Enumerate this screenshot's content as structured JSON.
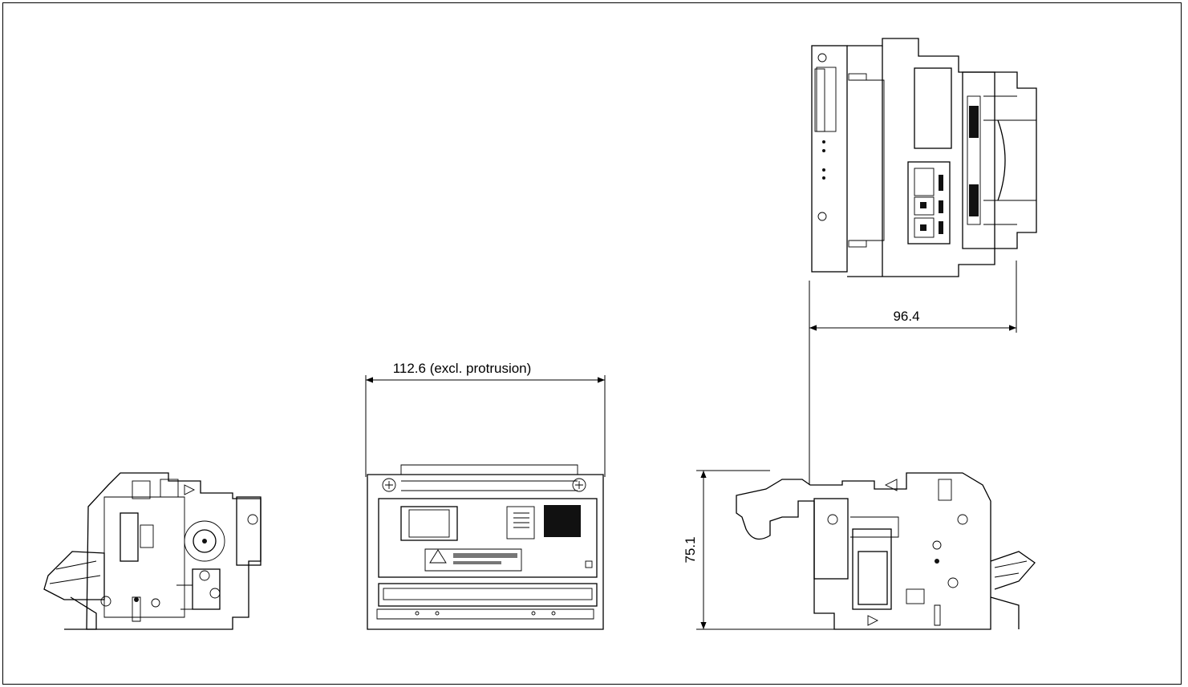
{
  "dimensions": {
    "width_front": "112.6 (excl. protrusion)",
    "depth_top": "96.4",
    "height_side": "75.1"
  },
  "colors": {
    "line": "#000000",
    "background": "#ffffff"
  }
}
